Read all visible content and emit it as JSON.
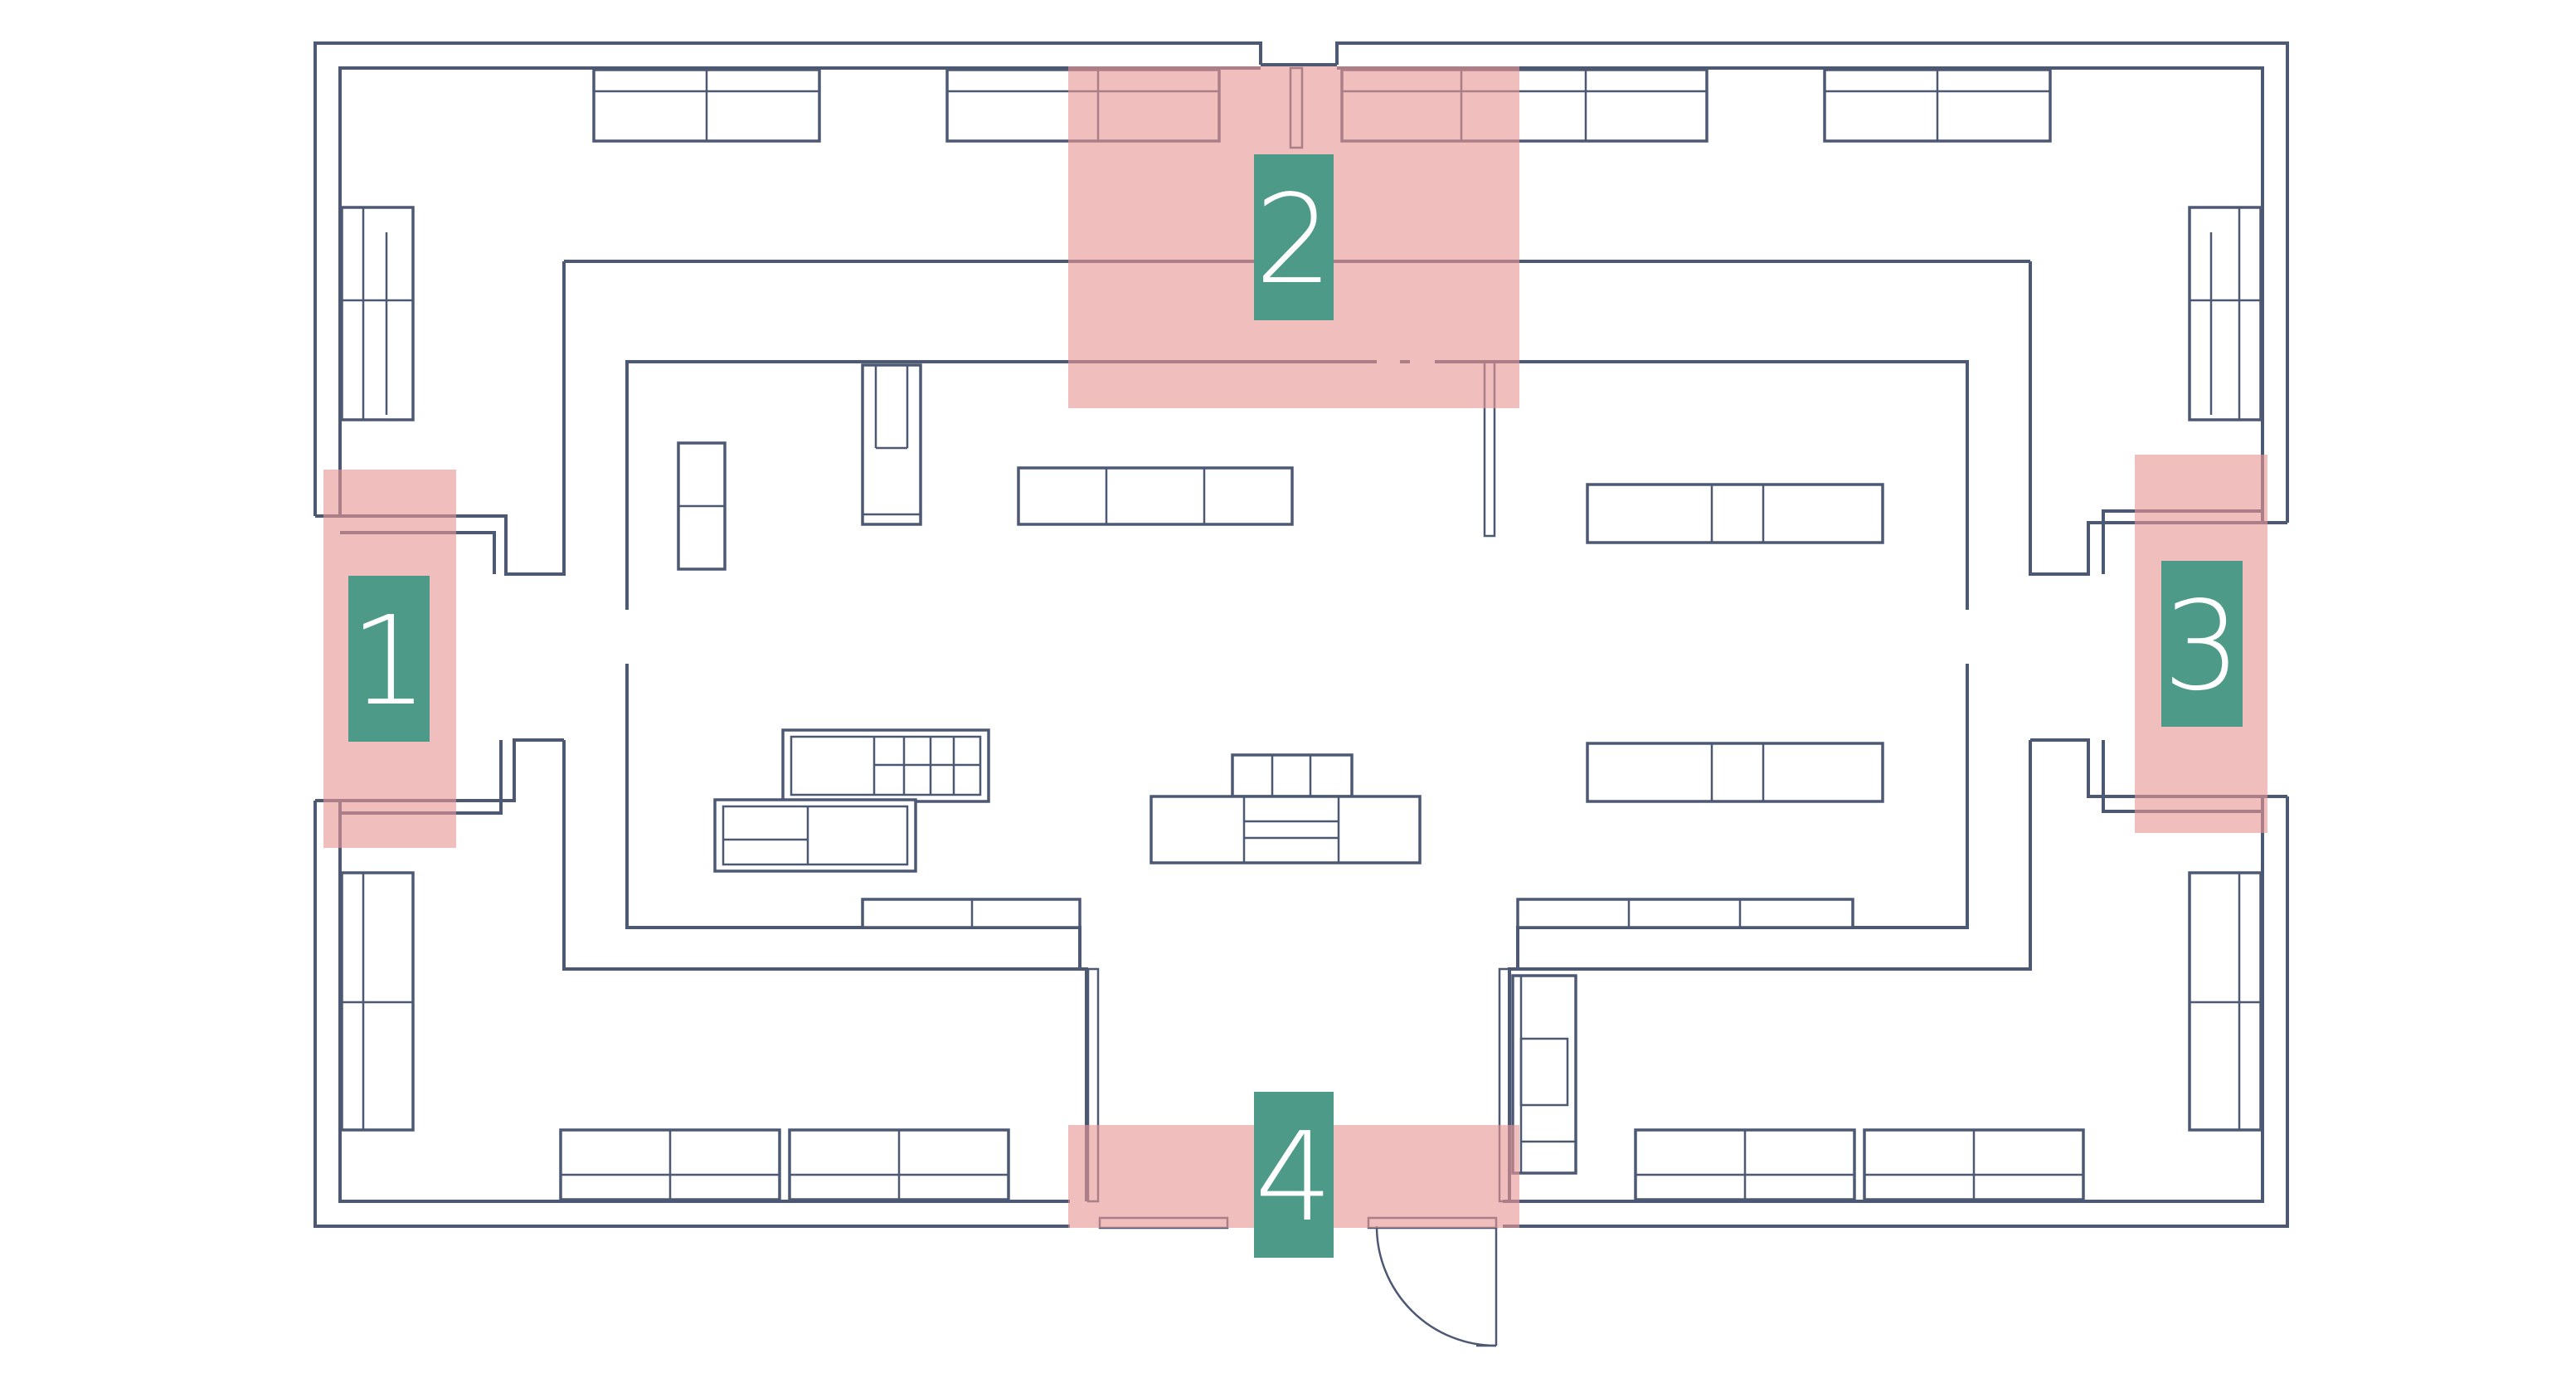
{
  "diagram": {
    "kind": "store-floor-plan",
    "colors": {
      "wall_stroke": "#4d5873",
      "zone_fill": "#e79894",
      "badge_fill": "#4e9a89",
      "badge_text": "#ffffff"
    },
    "zones": [
      {
        "id": "1",
        "label": "1",
        "position": "left-opening"
      },
      {
        "id": "2",
        "label": "2",
        "position": "top-center-opening"
      },
      {
        "id": "3",
        "label": "3",
        "position": "right-opening"
      },
      {
        "id": "4",
        "label": "4",
        "position": "bottom-entrance"
      }
    ],
    "elements": [
      "outer-wall",
      "middle-ring-wall",
      "inner-room-wall",
      "wall-shelves",
      "display-tables",
      "entrance-door"
    ]
  }
}
